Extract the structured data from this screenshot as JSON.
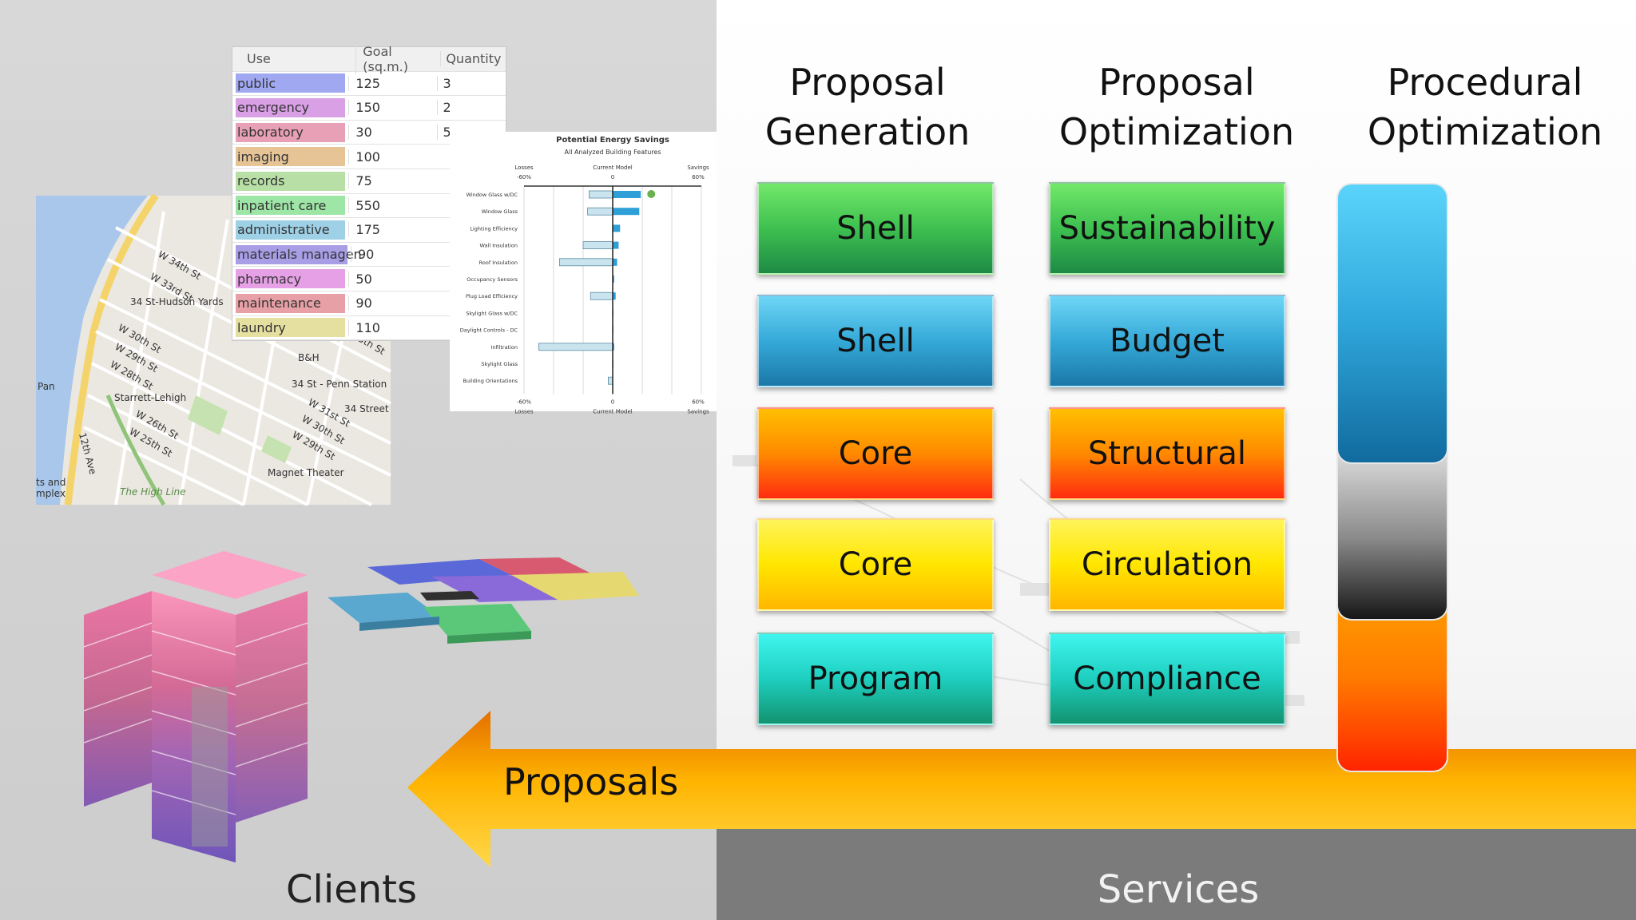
{
  "left_label": "Clients",
  "right_label": "Services",
  "arrow_label": "Proposals",
  "columns": [
    {
      "title": "Proposal Generation",
      "boxes": [
        "Shell",
        "Shell",
        "Core",
        "Core",
        "Program"
      ]
    },
    {
      "title": "Proposal Optimization",
      "boxes": [
        "Sustainability",
        "Budget",
        "Structural",
        "Circulation",
        "Compliance"
      ]
    },
    {
      "title": "Procedural Optimization"
    }
  ],
  "program_table": {
    "headers": [
      "Use",
      "Goal (sq.m.)",
      "Quantity"
    ],
    "rows": [
      {
        "use": "public",
        "goal": "125",
        "qty": "3",
        "color": "#9fa8f0"
      },
      {
        "use": "emergency",
        "goal": "150",
        "qty": "2",
        "color": "#d9a0e6"
      },
      {
        "use": "laboratory",
        "goal": "30",
        "qty": "5",
        "color": "#e8a0b6"
      },
      {
        "use": "imaging",
        "goal": "100",
        "qty": "",
        "color": "#e6c496"
      },
      {
        "use": "records",
        "goal": "75",
        "qty": "",
        "color": "#b8e0a6"
      },
      {
        "use": "inpatient care",
        "goal": "550",
        "qty": "",
        "color": "#9ee6a6"
      },
      {
        "use": "administrative",
        "goal": "175",
        "qty": "",
        "color": "#9ed0e6"
      },
      {
        "use": "materials managen",
        "goal": "90",
        "qty": "",
        "color": "#a89ee6"
      },
      {
        "use": "pharmacy",
        "goal": "50",
        "qty": "",
        "color": "#e6a0e6"
      },
      {
        "use": "maintenance",
        "goal": "90",
        "qty": "",
        "color": "#e6a0a6"
      },
      {
        "use": "laundry",
        "goal": "110",
        "qty": "",
        "color": "#e6e0a0"
      }
    ]
  },
  "energy_chart": {
    "title": "Potential Energy Savings",
    "subtitle": "All Analyzed Building Features",
    "top_left": "Losses",
    "top_mid": "Current Model",
    "top_right": "Savings",
    "tick_left": "-60%",
    "tick_mid": "0",
    "tick_right": "60%",
    "bottom_left": "Losses",
    "bottom_mid": "Current Model",
    "bottom_right": "Savings"
  },
  "chart_data": {
    "type": "bar",
    "orientation": "horizontal",
    "title": "Potential Energy Savings",
    "subtitle": "All Analyzed Building Features",
    "xlim": [
      -60,
      60
    ],
    "categories": [
      "Window Glass w/DC",
      "Window Glass",
      "Lighting Efficiency",
      "Wall Insulation",
      "Roof Insulation",
      "Occupancy Sensors",
      "Plug Load Efficiency",
      "Skylight Glass w/DC",
      "Daylight Controls - DC",
      "Infiltration",
      "Skylight Glass",
      "Building Orientations"
    ],
    "series": [
      {
        "name": "Losses",
        "values": [
          -16,
          -17,
          0,
          -20,
          -36,
          0,
          -15,
          0,
          0,
          -50,
          0,
          -3
        ]
      },
      {
        "name": "Savings",
        "values": [
          19,
          18,
          5,
          4,
          3,
          1,
          2,
          0.5,
          0.5,
          1,
          0.5,
          0
        ]
      }
    ]
  },
  "map_labels": [
    "W 34th St",
    "W 33rd St",
    "34 St-Hudson Yards",
    "W 30th St",
    "W 29th St",
    "W 28th St",
    "Starrett-Lehigh",
    "W 26th St",
    "W 25th St",
    "12th Ave",
    "The High Line",
    "B&H",
    "34 St - Penn Station",
    "34 Street",
    "W 31st St",
    "W 30th St",
    "W 29th St",
    "Magnet Theater",
    "35th St",
    "Pan",
    "ts and",
    "mplex"
  ],
  "colors": {
    "arrow_top": "#ffc800",
    "arrow_bottom": "#e87a00",
    "services_band": "#7b7b7b"
  }
}
